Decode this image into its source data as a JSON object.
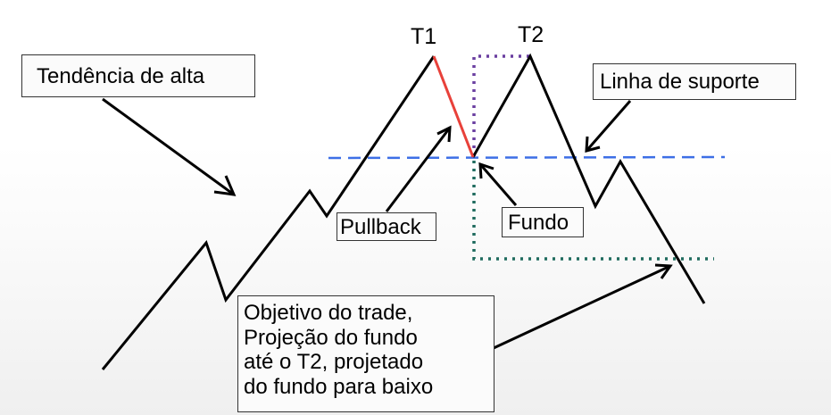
{
  "labels": {
    "t1": "T1",
    "t2": "T2",
    "tendencia": "Tendência de alta",
    "linha_suporte": "Linha de suporte",
    "pullback": "Pullback",
    "fundo": "Fundo",
    "objetivo": [
      "Objetivo do trade,",
      "Projeção do fundo",
      "até o T2, projetado",
      "do fundo para baixo"
    ]
  },
  "colors": {
    "price_line": "#000000",
    "pullback_segment": "#e8413a",
    "support_line": "#3d6fe6",
    "projection_up": "#6a3fa0",
    "projection_down": "#1f6b5e",
    "box_border": "#333333"
  },
  "icons": {
    "arrow": "arrow-icon"
  }
}
